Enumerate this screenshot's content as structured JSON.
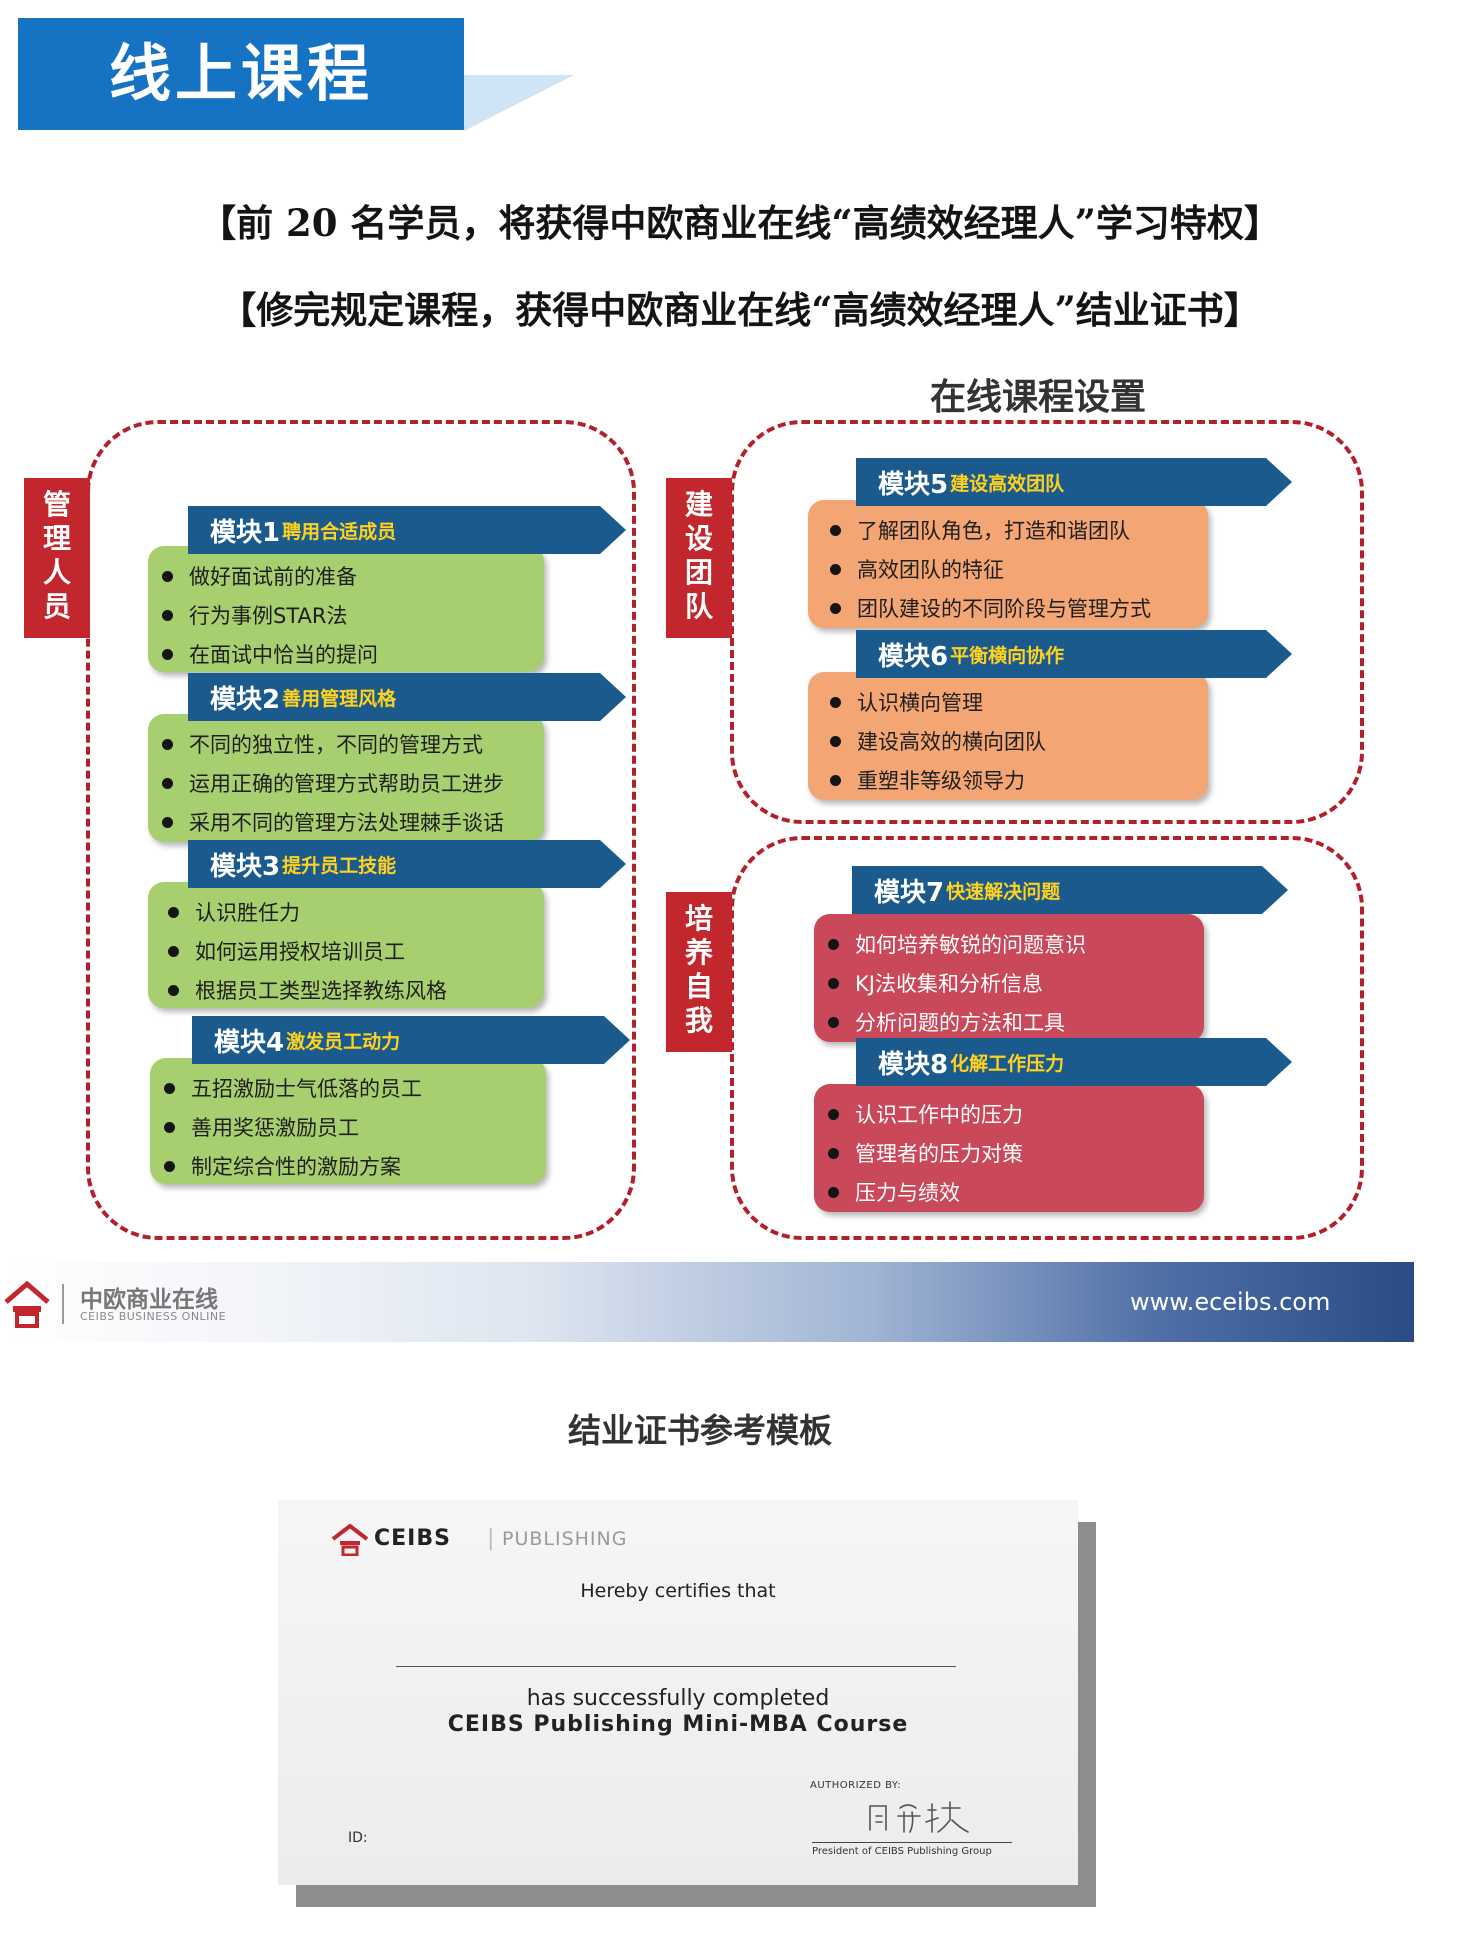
{
  "header": {
    "title": "线上课程"
  },
  "notices": [
    "【前 20 名学员，将获得中欧商业在线“高绩效经理人”学习特权】",
    "【修完规定课程，获得中欧商业在线“高绩效经理人”结业证书】"
  ],
  "section_title": "在线课程设置",
  "groups": {
    "manager": {
      "label": [
        "管",
        "理",
        "人",
        "员"
      ]
    },
    "team": {
      "label": [
        "建",
        "设",
        "团",
        "队"
      ]
    },
    "self": {
      "label": [
        "培",
        "养",
        "自",
        "我"
      ]
    }
  },
  "modules": [
    {
      "name": "模块1",
      "subtitle": "聘用合适成员",
      "items": [
        "做好面试前的准备",
        "行为事例STAR法",
        "在面试中恰当的提问"
      ]
    },
    {
      "name": "模块2",
      "subtitle": "善用管理风格",
      "items": [
        "不同的独立性，不同的管理方式",
        "运用正确的管理方式帮助员工进步",
        "采用不同的管理方法处理棘手谈话"
      ]
    },
    {
      "name": "模块3",
      "subtitle": "提升员工技能",
      "items": [
        "认识胜任力",
        "如何运用授权培训员工",
        "根据员工类型选择教练风格"
      ]
    },
    {
      "name": "模块4",
      "subtitle": "激发员工动力",
      "items": [
        "五招激励士气低落的员工",
        "善用奖惩激励员工",
        "制定综合性的激励方案"
      ]
    },
    {
      "name": "模块5",
      "subtitle": "建设高效团队",
      "items": [
        "了解团队角色，打造和谐团队",
        "高效团队的特征",
        "团队建设的不同阶段与管理方式"
      ]
    },
    {
      "name": "模块6",
      "subtitle": "平衡横向协作",
      "items": [
        "认识横向管理",
        "建设高效的横向团队",
        "重塑非等级领导力"
      ]
    },
    {
      "name": "模块7",
      "subtitle": "快速解决问题",
      "items": [
        "如何培养敏锐的问题意识",
        "KJ法收集和分析信息",
        "分析问题的方法和工具"
      ]
    },
    {
      "name": "模块8",
      "subtitle": "化解工作压力",
      "items": [
        "认识工作中的压力",
        "管理者的压力对策",
        "压力与绩效"
      ]
    }
  ],
  "banner": {
    "brand_cn": "中欧商业在线",
    "brand_en": "CEIBS BUSINESS ONLINE",
    "url": "www.eceibs.com",
    "gradient_end": "#2a4b86"
  },
  "certificate": {
    "heading": "结业证书参考模板",
    "logo_text": "CEIBS",
    "logo_separator": "|",
    "logo_sub": "PUBLISHING",
    "line1": "Hereby certifies that",
    "line2": "has successfully completed",
    "course": "CEIBS Publishing Mini-MBA Course",
    "authorized_by": "AUTHORIZED BY:",
    "id_label": "ID:",
    "signer_title": "President of CEIBS Publishing Group"
  },
  "colors": {
    "header_blue": "#1673c3",
    "group_red": "#c1272d",
    "module_bar": "#1b5a8c",
    "card_green": "#a8cf6f",
    "card_orange": "#f3a574",
    "card_crimson": "#c9495a",
    "subtitle_yellow": "#ffd21f"
  },
  "icons": [
    "ceibs-house-logo-icon",
    "signature-icon",
    "bullet-dot-icon"
  ]
}
